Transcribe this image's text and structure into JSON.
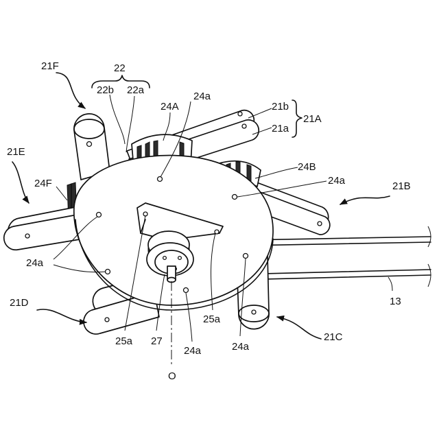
{
  "labels": {
    "l21F": "21F",
    "l22": "22",
    "l22b": "22b",
    "l22a": "22a",
    "l24A": "24A",
    "l24a_top": "24a",
    "l21b": "21b",
    "l21a": "21a",
    "l21A": "21A",
    "l21E": "21E",
    "l24F": "24F",
    "l24B": "24B",
    "l24a_right": "24a",
    "l21B": "21B",
    "l24a_left": "24a",
    "l21D": "21D",
    "l25a_right": "25a",
    "l13": "13",
    "l21C": "21C",
    "l25a_left": "25a",
    "l27": "27",
    "l24a_bottom1": "24a",
    "l24a_bottom2": "24a",
    "lO": "O"
  }
}
